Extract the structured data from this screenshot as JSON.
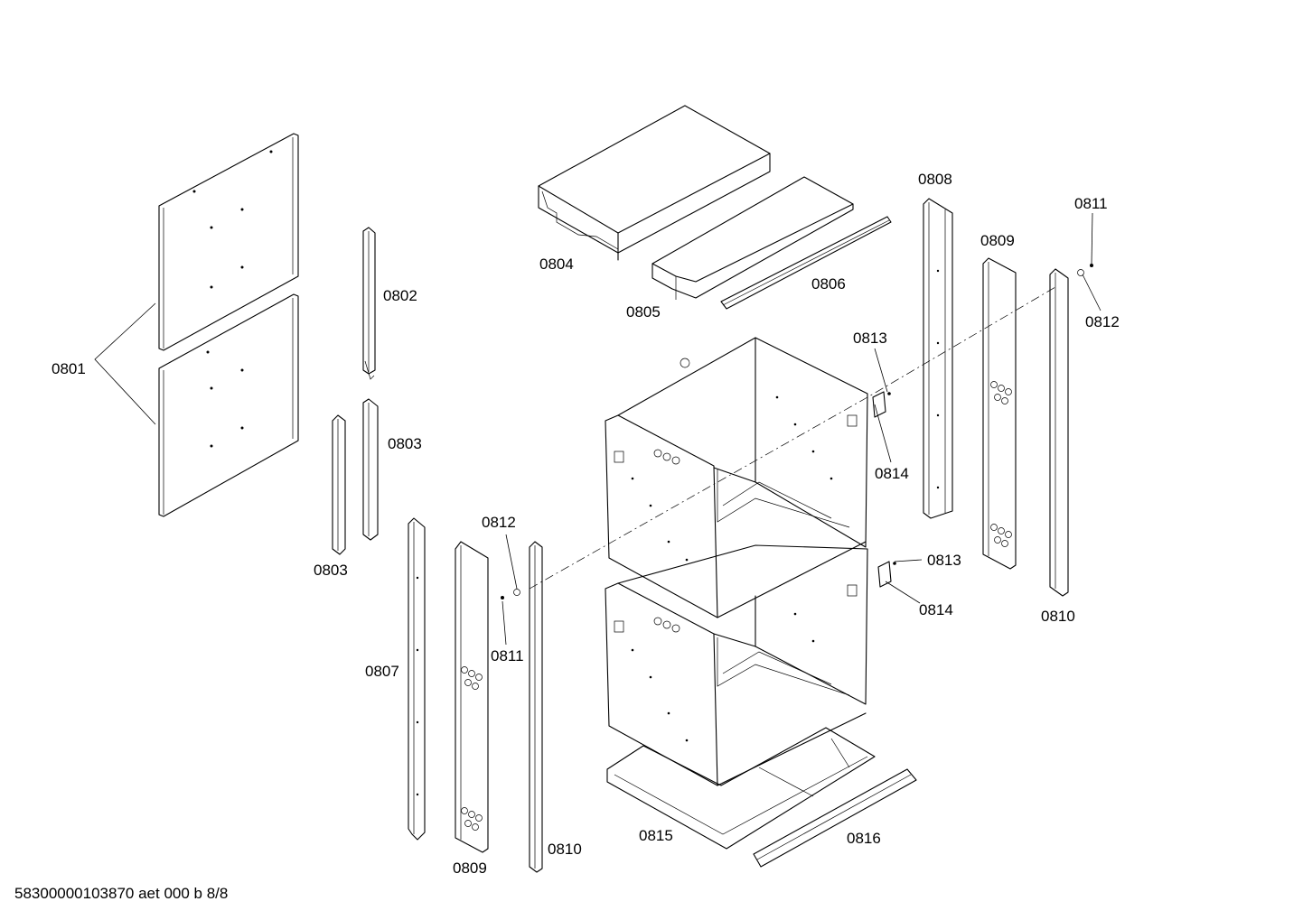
{
  "labels": {
    "p0801": "0801",
    "p0802": "0802",
    "p0803a": "0803",
    "p0803b": "0803",
    "p0804": "0804",
    "p0805": "0805",
    "p0806": "0806",
    "p0807": "0807",
    "p0808": "0808",
    "p0809a": "0809",
    "p0809b": "0809",
    "p0810a": "0810",
    "p0810b": "0810",
    "p0811a": "0811",
    "p0811b": "0811",
    "p0812a": "0812",
    "p0812b": "0812",
    "p0813a": "0813",
    "p0813b": "0813",
    "p0814a": "0814",
    "p0814b": "0814",
    "p0815": "0815",
    "p0816": "0816"
  },
  "footer": {
    "doc_id": "58300000103870 aet 000 b 8/8"
  }
}
